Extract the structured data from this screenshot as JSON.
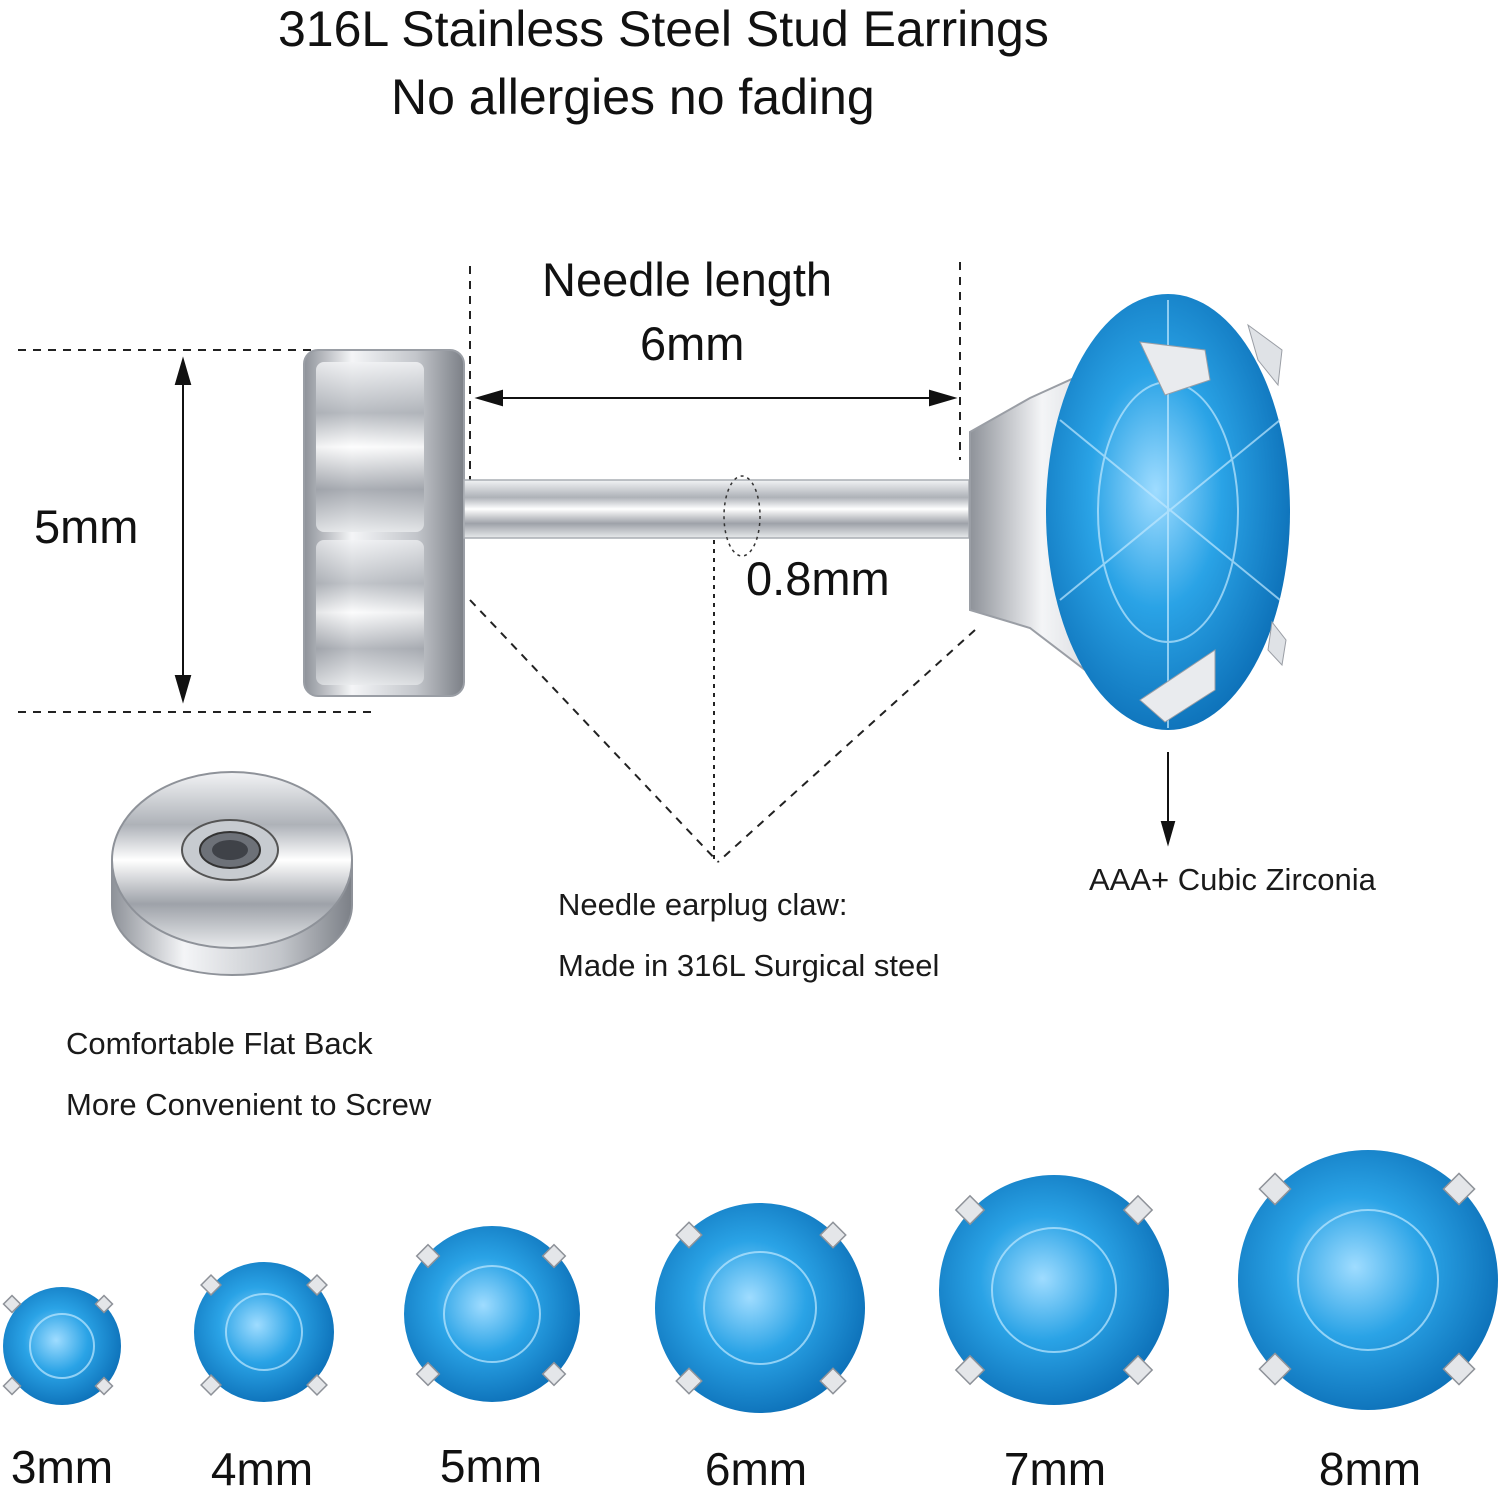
{
  "header": {
    "title": "316L Stainless Steel Stud Earrings",
    "subtitle": "No allergies no fading"
  },
  "dimensions": {
    "needle_label": "Needle length",
    "needle_value": "6mm",
    "back_height": "5mm",
    "needle_diameter": "0.8mm"
  },
  "notes": {
    "stone": "AAA+ Cubic Zirconia",
    "claw_line1": "Needle earplug claw:",
    "claw_line2": "Made in 316L Surgical steel",
    "back_line1": "Comfortable Flat Back",
    "back_line2": "More Convenient to Screw"
  },
  "sizes": [
    "3mm",
    "4mm",
    "5mm",
    "6mm",
    "7mm",
    "8mm"
  ],
  "colors": {
    "stone": "#2a9fe0",
    "stone_dark": "#0a6fb8",
    "stone_light": "#8fd6ff",
    "steel": "#c9ccd1"
  },
  "icons": {
    "earring": "stud-earring-illustration",
    "back": "flat-screw-back-illustration"
  }
}
